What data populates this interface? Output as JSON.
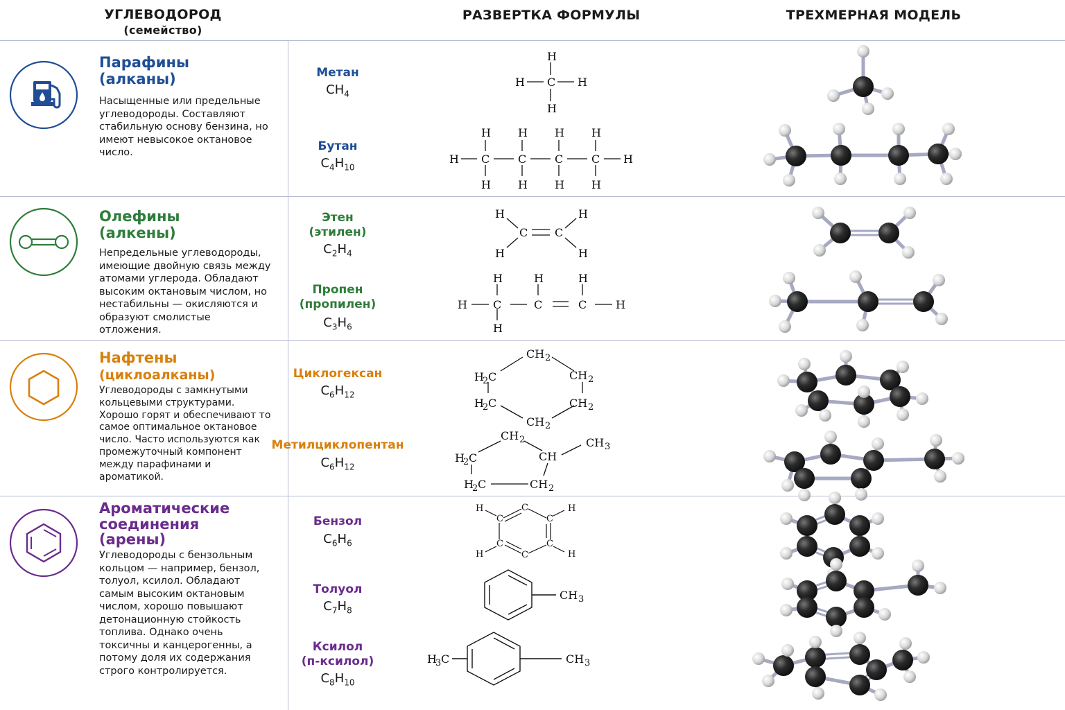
{
  "header": {
    "col1_title": "УГЛЕВОДОРОД",
    "col1_subtitle": "(семейство)",
    "col2_title": "РАЗВЕРТКА ФОРМУЛЫ",
    "col3_title": "ТРЕХМЕРНАЯ МОДЕЛЬ"
  },
  "colors": {
    "paraffins": "#1f4e96",
    "olefins": "#2e7d3a",
    "naphthenes": "#d9800b",
    "aromatics": "#6a2c8c",
    "carbon": "#2b2b2b",
    "hydrogen": "#e6e6e6",
    "bond": "#a6a9c2",
    "divider": "#b5bcd4"
  },
  "families": [
    {
      "icon": "fuel-pump-icon",
      "title_line1": "Парафины",
      "title_line2": "(алканы)",
      "description": "Насыщенные или предельные углеводороды. Составляют стабильную основу бензина, но имеют невысокое октановое число.",
      "compounds": [
        {
          "name": "Метан",
          "formula_base": "CH",
          "formula_sub": "4"
        },
        {
          "name": "Бутан",
          "formula_c": "C",
          "formula_c_sub": "4",
          "formula_h": "H",
          "formula_h_sub": "10"
        }
      ]
    },
    {
      "icon": "double-bond-icon",
      "title_line1": "Олефины",
      "title_line2": "(алкены)",
      "description": "Непредельные углеводороды, имеющие двойную связь между атомами углерода. Обладают высоким октановым числом, но нестабильны — окисляются и образуют смолистые отложения.",
      "compounds": [
        {
          "name_line1": "Этен",
          "name_line2": "(этилен)",
          "formula_c": "C",
          "formula_c_sub": "2",
          "formula_h": "H",
          "formula_h_sub": "4"
        },
        {
          "name_line1": "Пропен",
          "name_line2": "(пропилен)",
          "formula_c": "C",
          "formula_c_sub": "3",
          "formula_h": "H",
          "formula_h_sub": "6"
        }
      ]
    },
    {
      "icon": "hexagon-icon",
      "title_line1": "Нафтены",
      "title_line2": "(циклоалканы)",
      "description": "Углеводороды с замкнутыми кольцевыми структурами. Хорошо горят и обеспечивают то самое оптимальное октановое число. Часто используются как промежуточный компонент между парафинами и ароматикой.",
      "compounds": [
        {
          "name": "Циклогексан",
          "formula_c": "C",
          "formula_c_sub": "6",
          "formula_h": "H",
          "formula_h_sub": "12"
        },
        {
          "name": "Метилциклопентан",
          "formula_c": "C",
          "formula_c_sub": "6",
          "formula_h": "H",
          "formula_h_sub": "12"
        }
      ]
    },
    {
      "icon": "benzene-ring-icon",
      "title_line1": "Ароматические",
      "title_line2": "соединения",
      "title_line3": "(арены)",
      "description": "Углеводороды с бензольным кольцом — например, бензол, толуол, ксилол. Обладают самым высоким октановым числом, хорошо повышают детонационную стойкость топлива. Однако очень токсичны и канцерогенны, а потому доля их содержания строго контролируется.",
      "compounds": [
        {
          "name": "Бензол",
          "formula_c": "C",
          "formula_c_sub": "6",
          "formula_h": "H",
          "formula_h_sub": "6"
        },
        {
          "name": "Толуол",
          "formula_c": "C",
          "formula_c_sub": "7",
          "formula_h": "H",
          "formula_h_sub": "8"
        },
        {
          "name_line1": "Ксилол",
          "name_line2": "(п-ксилол)",
          "formula_c": "C",
          "formula_c_sub": "8",
          "formula_h": "H",
          "formula_h_sub": "10"
        }
      ]
    }
  ],
  "atoms": {
    "H": "H",
    "C": "C",
    "CH": "CH",
    "CH2": "CH",
    "CH3": "CH",
    "H2C": "C",
    "H3C": "C",
    "sub2": "2",
    "sub3": "3"
  }
}
